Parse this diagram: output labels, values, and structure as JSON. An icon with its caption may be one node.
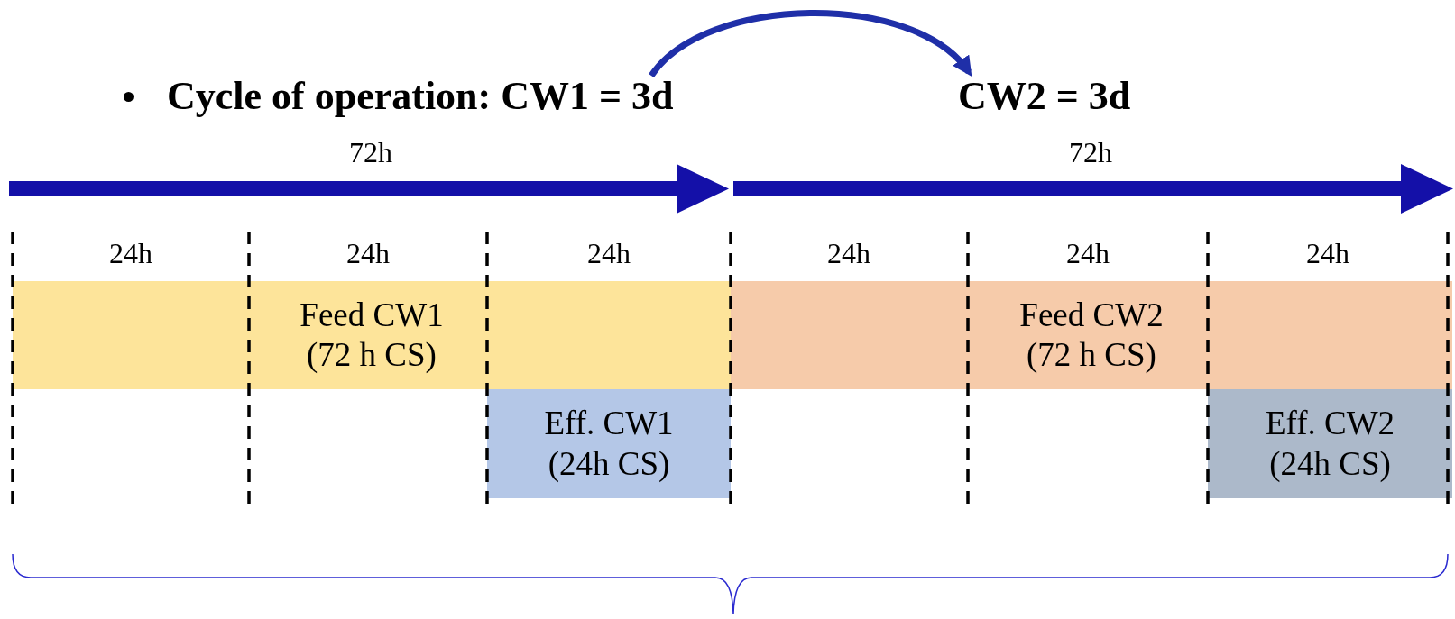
{
  "diagram": {
    "nodes": [
      {
        "text": [
          "Cycle of operation: CW1 = 3d"
        ]
      },
      {
        "text": [
          "CW2 = 3d"
        ]
      },
      {
        "text": [
          "Feed CW1 (72 h CS)"
        ]
      },
      {
        "text": [
          "Feed CW2 (72 h CS)"
        ]
      },
      {
        "text": [
          "Eff. CW1 (24h CS)"
        ]
      },
      {
        "text": [
          "Eff. CW2 (24h CS)"
        ]
      }
    ],
    "edges": [
      {
        "from": 0,
        "to": 1,
        "arrow": "to"
      }
    ],
    "labels": [
      "72h",
      "72h",
      "24h",
      "24h",
      "24h",
      "24h",
      "24h",
      "24h"
    ]
  }
}
